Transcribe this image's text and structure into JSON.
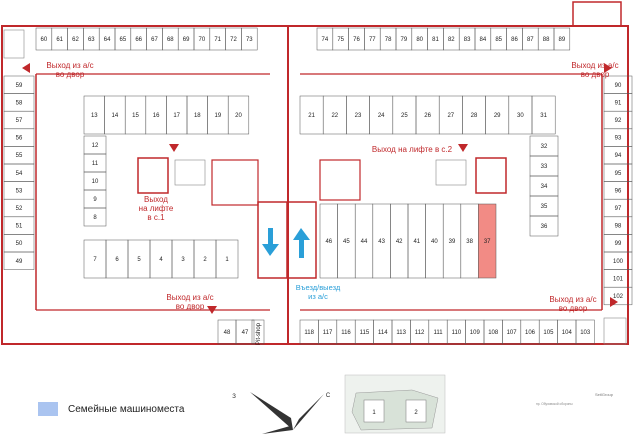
{
  "labels": {
    "exit_nw": [
      "Выход из а/с",
      "во двор"
    ],
    "exit_ne": [
      "Выход из а/с",
      "во двор"
    ],
    "exit_sw": [
      "Выход из а/с",
      "во двор"
    ],
    "exit_se": [
      "Выход из а/с",
      "во двор"
    ],
    "lift_c1": [
      "Выход",
      "на лифте",
      "в с.1"
    ],
    "lift_c2": "Выход на лифте в с.2",
    "ramp": [
      "Въезд/выезд",
      "из а/с"
    ],
    "pit_shop": "Pit-shop"
  },
  "compass": {
    "west": "З",
    "north": "С"
  },
  "legend": {
    "family_spots": "Семейные машиноместа"
  },
  "brand": "SetlGroup",
  "address": "пр. Обуховской обороны",
  "site_building_labels": [
    "1",
    "2"
  ],
  "colors": {
    "wall": "#c0282b",
    "family_spot": "#aac4f0",
    "highlight_spot": "#f28b85",
    "ramp_arrow": "#2a9fd8"
  },
  "spots": {
    "top_left": [
      "60",
      "61",
      "62",
      "63",
      "64",
      "65",
      "66",
      "67",
      "68",
      "69",
      "70",
      "71",
      "72",
      "73"
    ],
    "top_right": [
      "74",
      "75",
      "76",
      "77",
      "78",
      "79",
      "80",
      "81",
      "82",
      "83",
      "84",
      "85",
      "86",
      "87",
      "88",
      "89"
    ],
    "left_col": [
      "59",
      "58",
      "57",
      "56",
      "55",
      "54",
      "53",
      "52",
      "51",
      "50",
      "49"
    ],
    "right_col": [
      "90",
      "91",
      "92",
      "93",
      "94",
      "95",
      "96",
      "97",
      "98",
      "99",
      "100",
      "101",
      "102"
    ],
    "inner_top_left": [
      "13",
      "14",
      "15",
      "16",
      "17",
      "18",
      "19",
      "20"
    ],
    "inner_top_right": [
      "21",
      "22",
      "23",
      "24",
      "25",
      "26",
      "27",
      "28",
      "29",
      "30",
      "31"
    ],
    "inner_left": [
      "12",
      "11",
      "10",
      "9",
      "8"
    ],
    "inner_right": [
      "32",
      "33",
      "34",
      "35",
      "36"
    ],
    "lower_left": [
      "7",
      "6",
      "5",
      "4",
      "3",
      "2",
      "1"
    ],
    "lower_right": [
      "46",
      "45",
      "44",
      "43",
      "42",
      "41",
      "40",
      "39",
      "38",
      "37"
    ],
    "bottom_right": [
      "118",
      "117",
      "116",
      "115",
      "114",
      "113",
      "112",
      "111",
      "110",
      "109",
      "108",
      "107",
      "106",
      "105",
      "104",
      "103"
    ],
    "bottom_left": [
      "48",
      "47"
    ]
  }
}
